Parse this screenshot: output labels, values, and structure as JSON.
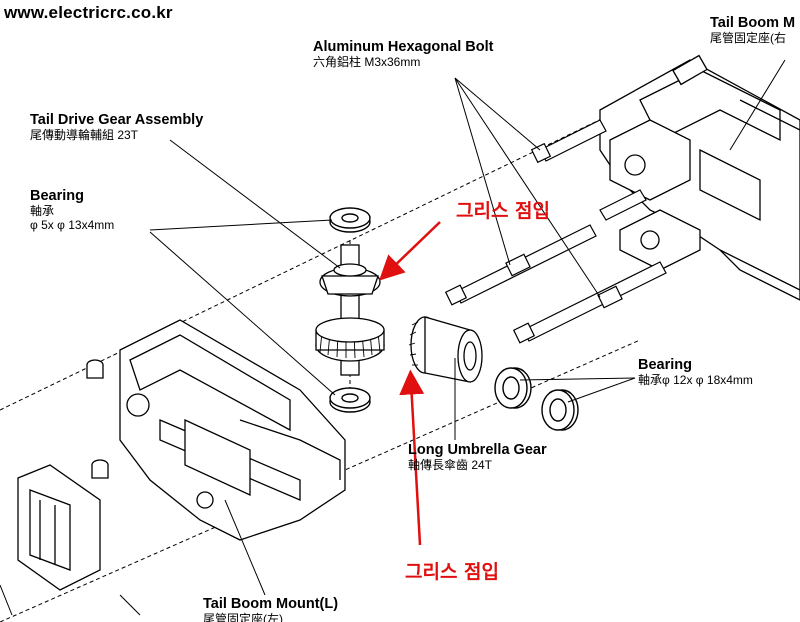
{
  "watermark": "www.electricrc.co.kr",
  "labels": {
    "tail_boom_mount_r": {
      "en": "Tail Boom M",
      "zh": "尾管固定座(右"
    },
    "aluminum_bolt": {
      "en": "Aluminum Hexagonal Bolt",
      "zh": "六角鋁柱 M3x36mm"
    },
    "tail_drive_gear": {
      "en": "Tail Drive Gear Assembly",
      "zh": "尾傳動導輪輔組 23T"
    },
    "bearing_small": {
      "en": "Bearing",
      "zh": "軸承",
      "spec": "φ 5x φ 13x4mm"
    },
    "bearing_large": {
      "en": "Bearing",
      "zh": "軸承φ 12x φ 18x4mm"
    },
    "long_umbrella_gear": {
      "en": "Long Umbrella Gear",
      "zh": "軸傳長傘齒 24T"
    },
    "tail_boom_mount_l": {
      "en": "Tail Boom Mount(L)",
      "zh": "尾管固定座(左)"
    }
  },
  "annotations": {
    "grease_top": "그리스 점입",
    "grease_bottom": "그리스 점입"
  },
  "colors": {
    "accent": "#e01010",
    "line": "#000000"
  }
}
